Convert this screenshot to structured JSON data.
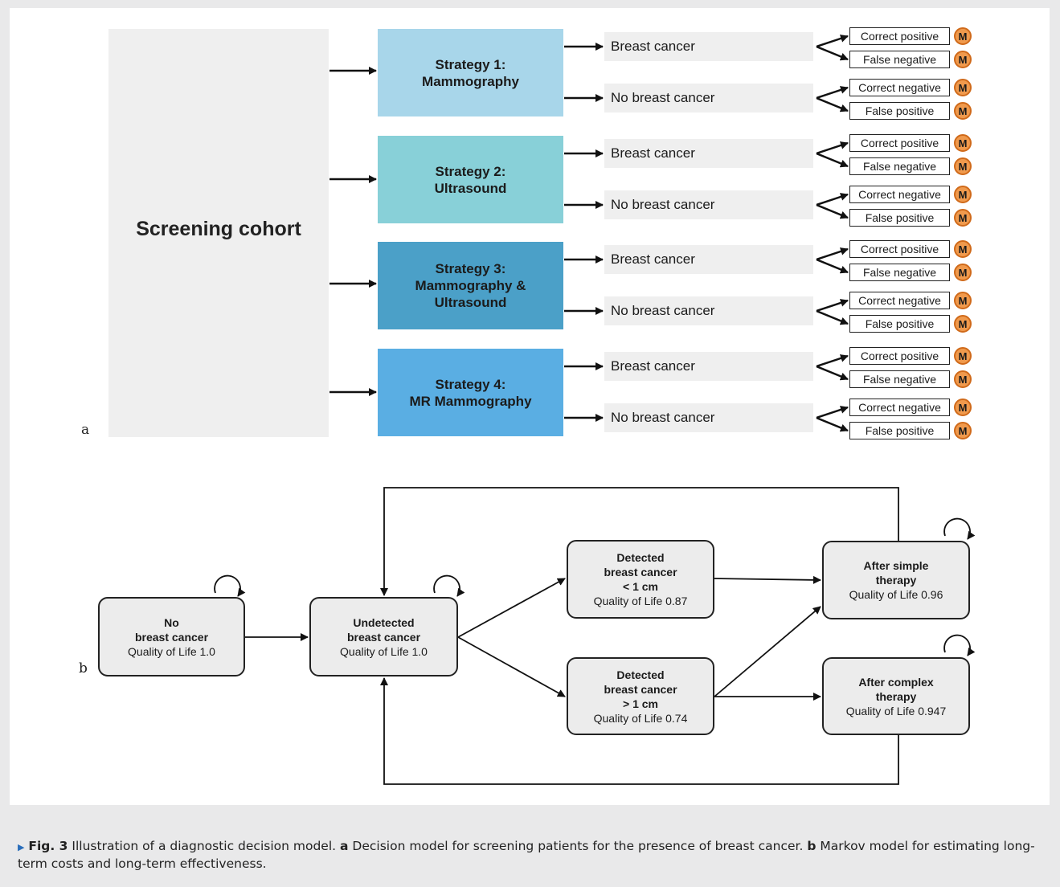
{
  "panel_a": {
    "label": "a",
    "cohort": "Screening cohort",
    "strategies": [
      {
        "label": "Strategy 1:\nMammography",
        "color": "#a8d6ea"
      },
      {
        "label": "Strategy 2:\nUltrasound",
        "color": "#88d0d8"
      },
      {
        "label": "Strategy 3:\nMammography &\nUltrasound",
        "color": "#4ba0c8"
      },
      {
        "label": "Strategy 4:\nMR Mammography",
        "color": "#5aaee3"
      }
    ],
    "branches": [
      {
        "text": "Breast cancer",
        "outcomes": [
          "Correct positive",
          "False negative"
        ]
      },
      {
        "text": "No breast cancer",
        "outcomes": [
          "Correct negative",
          "False positive"
        ]
      }
    ],
    "markov_badge": "M",
    "badge_color": "#f09a4d"
  },
  "panel_b": {
    "label": "b",
    "states": {
      "no_cancer": {
        "title": "No\nbreast cancer",
        "qol": "Quality of Life 1.0"
      },
      "undetected": {
        "title": "Undetected\nbreast cancer",
        "qol": "Quality of Life 1.0"
      },
      "detected_small": {
        "title": "Detected\nbreast cancer\n< 1 cm",
        "qol": "Quality of Life 0.87"
      },
      "detected_large": {
        "title": "Detected\nbreast cancer\n> 1 cm",
        "qol": "Quality of Life 0.74"
      },
      "simple_therapy": {
        "title": "After simple\ntherapy",
        "qol": "Quality of Life 0.96"
      },
      "complex_therapy": {
        "title": "After complex\ntherapy",
        "qol": "Quality of Life 0.947"
      }
    }
  },
  "caption": {
    "fig": "Fig. 3",
    "intro": "Illustration of a diagnostic decision model.",
    "a_label": "a",
    "a_text": "Decision model for screening patients for the presence of breast cancer.",
    "b_label": "b",
    "b_text": "Markov model for estimating long-term costs and long-term effectiveness."
  }
}
